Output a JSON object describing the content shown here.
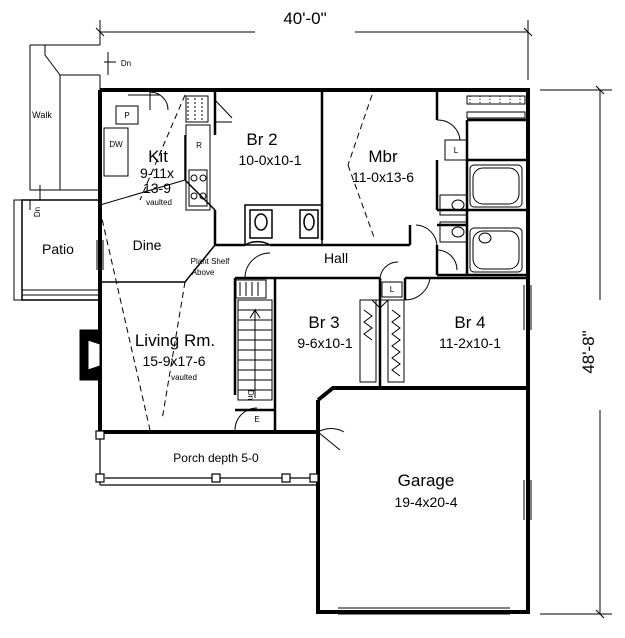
{
  "dimensions": {
    "width": "40'-0\"",
    "depth": "48'-8\""
  },
  "rooms": {
    "kit": {
      "name": "Kit",
      "size1": "9-11x",
      "size2": "13-9",
      "note": "vaulted"
    },
    "dine": {
      "name": "Dine"
    },
    "br2": {
      "name": "Br 2",
      "size": "10-0x10-1"
    },
    "mbr": {
      "name": "Mbr",
      "size": "11-0x13-6"
    },
    "patio": {
      "name": "Patio"
    },
    "walk": {
      "name": "Walk"
    },
    "hall": {
      "name": "Hall"
    },
    "living": {
      "name": "Living Rm.",
      "size": "15-9x17-6",
      "note": "vaulted"
    },
    "br3": {
      "name": "Br 3",
      "size": "9-6x10-1"
    },
    "br4": {
      "name": "Br 4",
      "size": "11-2x10-1"
    },
    "porch": {
      "name": "Porch depth 5-0"
    },
    "garage": {
      "name": "Garage",
      "size": "19-4x20-4"
    }
  },
  "labels": {
    "plant_shelf_1": "Plant Shelf",
    "plant_shelf_2": "Above",
    "pantry": "P",
    "dishwasher": "DW",
    "refrigerator": "R",
    "linen_mbr": "L",
    "linen_hall": "L",
    "entry": "E",
    "down_top": "Dn",
    "down_side": "Dn",
    "down_stair": "Dn"
  }
}
